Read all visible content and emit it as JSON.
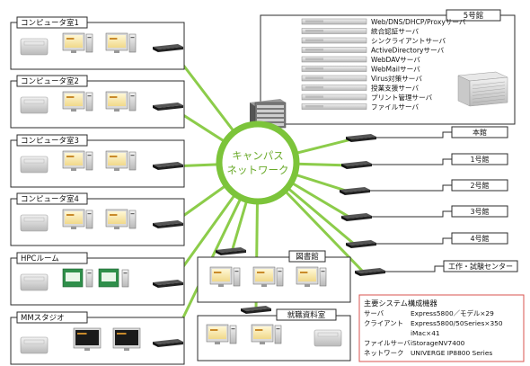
{
  "center": {
    "line1": "キャンパス",
    "line2": "ネットワーク"
  },
  "rooms": [
    {
      "label": "コンピュータ室1",
      "kind": "pc"
    },
    {
      "label": "コンピュータ室2",
      "kind": "pc"
    },
    {
      "label": "コンピュータ室3",
      "kind": "pc"
    },
    {
      "label": "コンピュータ室4",
      "kind": "pc"
    },
    {
      "label": "HPCルーム",
      "kind": "hpc"
    },
    {
      "label": "MMスタジオ",
      "kind": "mm"
    }
  ],
  "library": {
    "label": "図書館"
  },
  "archive": {
    "label": "就職資料室"
  },
  "building5": {
    "label": "5号館",
    "servers": [
      "Web/DNS/DHCP/Proxyサーバ",
      "統合認証サーバ",
      "シンクライアントサーバ",
      "ActiveDirectoryサーバ",
      "WebDAVサーバ",
      "WebMailサーバ",
      "Virus対策サーバ",
      "授業支援サーバ",
      "プリント管理サーバ",
      "ファイルサーバ"
    ]
  },
  "buildings": [
    "本館",
    "1号館",
    "2号館",
    "3号館",
    "4号館",
    "工作・試験センター"
  ],
  "legend": {
    "title": "主要システム構成機器",
    "rows": [
      {
        "k": "サーバ",
        "v": "Express5800／モデル×29"
      },
      {
        "k": "クライアント",
        "v": "Express5800/50Series×350"
      },
      {
        "k": "",
        "v": "iMac×41"
      },
      {
        "k": "ファイルサーバ",
        "v": "iStorageNV7400"
      },
      {
        "k": "ネットワーク",
        "v": "UNIVERGE IP8800 Series"
      }
    ]
  },
  "colors": {
    "hub": "#7cc43a",
    "line": "#8ccc4a",
    "box": "#2b2b2b",
    "legend_border": "#d9534f",
    "center_text": "#6aaa2a"
  }
}
